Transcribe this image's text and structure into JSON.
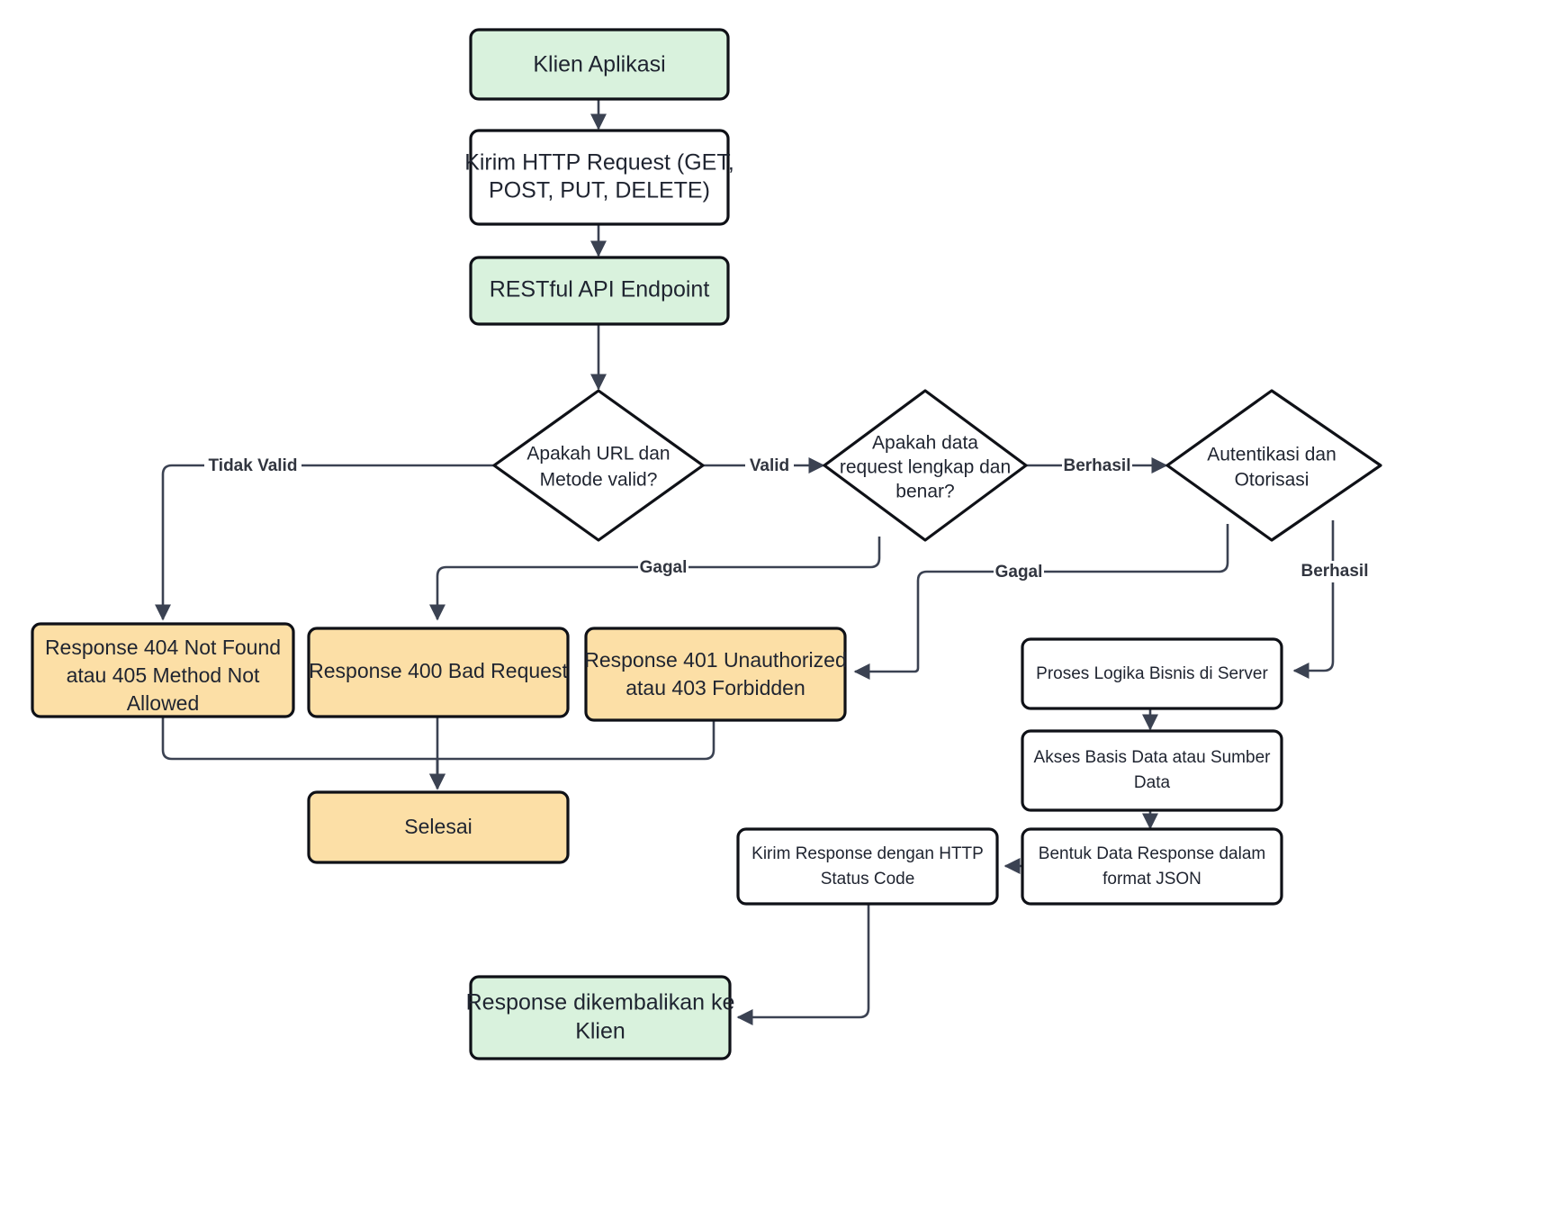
{
  "diagram": {
    "title": "Alur Proses RESTful API",
    "type": "flowchart",
    "direction": "top-down",
    "background": "#ffffff",
    "colors": {
      "green_fill": "#d9f2dd",
      "orange_fill": "#fcdfa6",
      "white_fill": "#ffffff",
      "node_stroke": "#0f1117",
      "edge_stroke": "#3b4252",
      "text": "#1f2430"
    }
  },
  "nodes": [
    {
      "id": "klien",
      "label": "Klien Aplikasi",
      "shape": "rounded-rect",
      "fill": "green"
    },
    {
      "id": "kirim_request",
      "label_lines": [
        "Kirim HTTP Request (GET,",
        "POST, PUT, DELETE)"
      ],
      "shape": "rounded-rect",
      "fill": "white"
    },
    {
      "id": "endpoint",
      "label": "RESTful API Endpoint",
      "shape": "rounded-rect",
      "fill": "green"
    },
    {
      "id": "cek_url",
      "label_lines": [
        "Apakah URL dan",
        "Metode valid?"
      ],
      "shape": "diamond",
      "fill": "white"
    },
    {
      "id": "cek_data",
      "label_lines": [
        "Apakah data",
        "request lengkap dan",
        "benar?"
      ],
      "shape": "diamond",
      "fill": "white"
    },
    {
      "id": "auth",
      "label_lines": [
        "Autentikasi dan",
        "Otorisasi"
      ],
      "shape": "diamond",
      "fill": "white"
    },
    {
      "id": "resp_404",
      "label_lines": [
        "Response 404 Not Found",
        "atau 405 Method Not",
        "Allowed"
      ],
      "shape": "rounded-rect",
      "fill": "orange"
    },
    {
      "id": "resp_400",
      "label": "Response 400 Bad Request",
      "shape": "rounded-rect",
      "fill": "orange"
    },
    {
      "id": "resp_401",
      "label_lines": [
        "Response 401 Unauthorized",
        "atau 403 Forbidden"
      ],
      "shape": "rounded-rect",
      "fill": "orange"
    },
    {
      "id": "selesai",
      "label": "Selesai",
      "shape": "rounded-rect",
      "fill": "orange"
    },
    {
      "id": "proses_logika",
      "label": "Proses Logika Bisnis di Server",
      "shape": "rounded-rect",
      "fill": "white"
    },
    {
      "id": "akses_db",
      "label_lines": [
        "Akses Basis Data atau Sumber",
        "Data"
      ],
      "shape": "rounded-rect",
      "fill": "white"
    },
    {
      "id": "bentuk_json",
      "label_lines": [
        "Bentuk Data Response dalam",
        "format JSON"
      ],
      "shape": "rounded-rect",
      "fill": "white"
    },
    {
      "id": "kirim_response",
      "label_lines": [
        "Kirim Response dengan HTTP",
        "Status Code"
      ],
      "shape": "rounded-rect",
      "fill": "white"
    },
    {
      "id": "response_klien",
      "label_lines": [
        "Response dikembalikan ke",
        "Klien"
      ],
      "shape": "rounded-rect",
      "fill": "green"
    }
  ],
  "edges": [
    {
      "from": "klien",
      "to": "kirim_request",
      "label": ""
    },
    {
      "from": "kirim_request",
      "to": "endpoint",
      "label": ""
    },
    {
      "from": "endpoint",
      "to": "cek_url",
      "label": ""
    },
    {
      "from": "cek_url",
      "to": "resp_404",
      "label": "Tidak Valid"
    },
    {
      "from": "cek_url",
      "to": "cek_data",
      "label": "Valid"
    },
    {
      "from": "cek_data",
      "to": "resp_400",
      "label": "Gagal"
    },
    {
      "from": "cek_data",
      "to": "auth",
      "label": "Berhasil"
    },
    {
      "from": "auth",
      "to": "resp_401",
      "label": "Gagal"
    },
    {
      "from": "auth",
      "to": "proses_logika",
      "label": "Berhasil"
    },
    {
      "from": "resp_404",
      "to": "selesai",
      "label": ""
    },
    {
      "from": "resp_400",
      "to": "selesai",
      "label": ""
    },
    {
      "from": "resp_401",
      "to": "selesai",
      "label": ""
    },
    {
      "from": "proses_logika",
      "to": "akses_db",
      "label": ""
    },
    {
      "from": "akses_db",
      "to": "bentuk_json",
      "label": ""
    },
    {
      "from": "bentuk_json",
      "to": "kirim_response",
      "label": ""
    },
    {
      "from": "kirim_response",
      "to": "response_klien",
      "label": ""
    }
  ],
  "node_text": {
    "klien": "Klien Aplikasi",
    "kirim_request_l1": "Kirim HTTP Request (GET,",
    "kirim_request_l2": "POST, PUT, DELETE)",
    "endpoint": "RESTful API Endpoint",
    "cek_url_l1": "Apakah URL dan",
    "cek_url_l2": "Metode valid?",
    "cek_data_l1": "Apakah data",
    "cek_data_l2": "request lengkap dan",
    "cek_data_l3": "benar?",
    "auth_l1": "Autentikasi dan",
    "auth_l2": "Otorisasi",
    "resp_404_l1": "Response 404 Not Found",
    "resp_404_l2": "atau 405 Method Not",
    "resp_404_l3": "Allowed",
    "resp_400": "Response 400 Bad Request",
    "resp_401_l1": "Response 401 Unauthorized",
    "resp_401_l2": "atau 403 Forbidden",
    "selesai": "Selesai",
    "proses_logika": "Proses Logika Bisnis di Server",
    "akses_db_l1": "Akses Basis Data atau Sumber",
    "akses_db_l2": "Data",
    "bentuk_json_l1": "Bentuk Data Response dalam",
    "bentuk_json_l2": "format JSON",
    "kirim_response_l1": "Kirim Response dengan HTTP",
    "kirim_response_l2": "Status Code",
    "response_klien_l1": "Response dikembalikan ke",
    "response_klien_l2": "Klien"
  },
  "edge_text": {
    "tidak_valid": "Tidak Valid",
    "valid": "Valid",
    "gagal_data": "Gagal",
    "berhasil_data": "Berhasil",
    "gagal_auth": "Gagal",
    "berhasil_auth": "Berhasil"
  }
}
